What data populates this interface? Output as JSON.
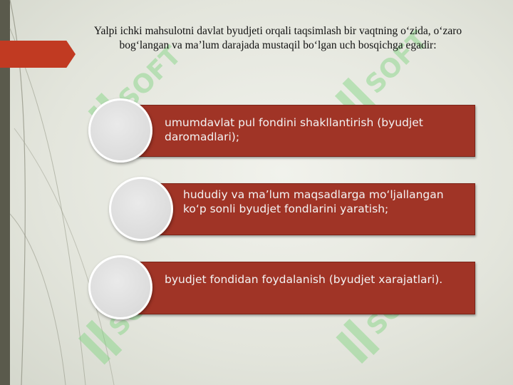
{
  "title": "Yalpi ichki mahsulotni davlat byudjeti orqali taqsimlash bir vaqtning o‘zida, o‘zaro bog‘langan va ma’lum darajada mustaqil bo‘lgan uch bosqichga egadir:",
  "items": [
    {
      "text": " umumdavlat pul fondini shakllantirish (byudjet daromadlari);"
    },
    {
      "text": " hududiy va ma’lum maqsadlarga mo‘ljallangan ko‘p sonli byudjet fondlarini yaratish;"
    },
    {
      "text": "byudjet fondidan foydalanish (byudjet xarajatlari)."
    }
  ],
  "watermark": {
    "text": "SOFT"
  },
  "colors": {
    "accent": "#c13a22",
    "bar": "#a03426",
    "watermark": "#7fd47f",
    "left_bar": "#5a5a4c"
  }
}
